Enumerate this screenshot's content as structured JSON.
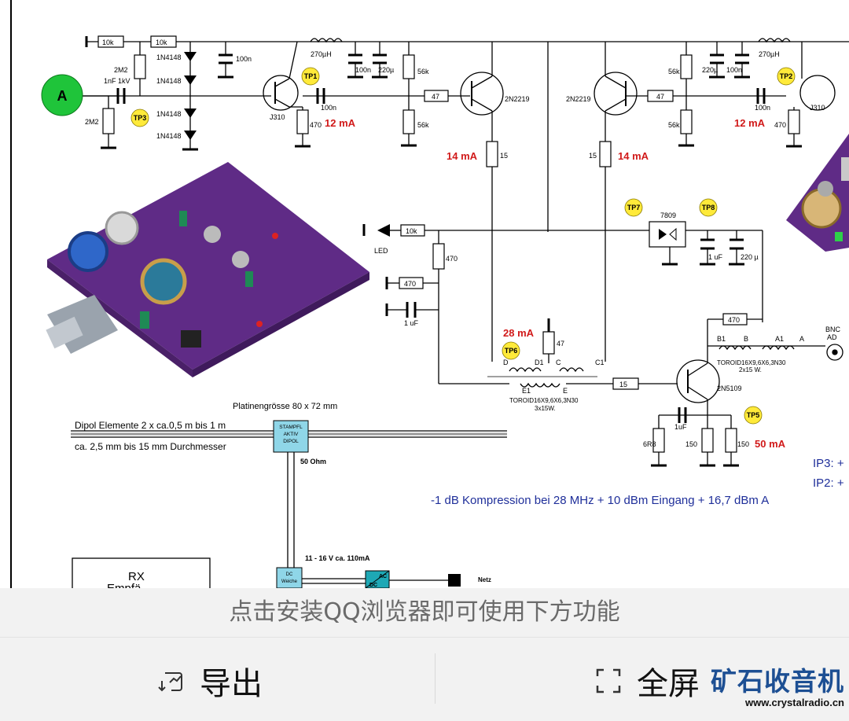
{
  "schematic": {
    "antenna_label": "A",
    "resistors": {
      "r_10k_top_left": "10k",
      "r_10k_top": "10k",
      "r_2m2_top": "2M2",
      "r_2m2_bottom": "2M2",
      "r_470_src_left": "470",
      "r_56k_left_top": "56k",
      "r_56k_left_bottom": "56k",
      "r_47_left": "47",
      "r_15_left": "15",
      "r_15_right": "15",
      "r_47_right": "47",
      "r_56k_right_top": "56k",
      "r_56k_right_bottom": "56k",
      "r_470_src_right": "470",
      "r_10k_led": "10k",
      "r_470_vert": "470",
      "r_470_horiz": "470",
      "r_47_vert": "47",
      "r_15_base": "15",
      "r_470_fb": "470",
      "r_6r8": "6R8",
      "r_150_a": "150",
      "r_150_b": "150"
    },
    "capacitors": {
      "c_1nf": "1nF 1kV",
      "c_100n_a": "100n",
      "c_100n_b": "100n",
      "c_100n_c": "100n",
      "c_220u_a": "220µ",
      "c_220u_b": "220µ",
      "c_100n_d": "100n",
      "c_100n_e": "100n",
      "c_1uf_a": "1 uF",
      "c_1uf_b": "1 uF",
      "c_220u_c": "220 µ",
      "c_1uf_c": "1uF"
    },
    "inductors": {
      "l_left": "270µH",
      "l_right": "270µH"
    },
    "diodes": [
      "1N4148",
      "1N4148",
      "1N4148",
      "1N4148"
    ],
    "transistors": {
      "q_j310_left": "J310",
      "q_2n2219_left": "2N2219",
      "q_2n2219_right": "2N2219",
      "q_j310_right": "J310",
      "q_2n5109": "2N5109",
      "reg_7809": "7809"
    },
    "test_points": [
      "TP1",
      "TP2",
      "TP3",
      "TP5",
      "TP6",
      "TP7",
      "TP8"
    ],
    "currents": {
      "i_12ma_left": "12 mA",
      "i_12ma_right": "12 mA",
      "i_14ma_left": "14 mA",
      "i_14ma_right": "14 mA",
      "i_28ma": "28 mA",
      "i_50ma": "50 mA"
    },
    "led_label": "LED",
    "transformer_pins": {
      "d": "D",
      "d1": "D1",
      "c": "C",
      "c1": "C1",
      "e1": "E1",
      "e": "E"
    },
    "toroid_left": [
      "TOROID16X9,6X6,3N30",
      "3x15W."
    ],
    "toroid_right": [
      "TOROID16X9,6X6,3N30",
      "2x15 W."
    ],
    "output_pins": {
      "b1": "B1",
      "b": "B",
      "a1": "A1",
      "a": "A"
    },
    "bnc_label": [
      "BNC",
      "AD"
    ],
    "board_size": "Platinengrösse 80 x 72 mm",
    "dipole_line1": "Dipol Elemente 2 x ca.0,5 m bis 1 m",
    "dipole_line2": "ca. 2,5 mm bis 15 mm Durchmesser",
    "stampfl_box": [
      "STAMPFL",
      "AKTIV",
      "DIPOL"
    ],
    "ohm_label": "50 Ohm",
    "power_label": "11 - 16 V ca. 110mA",
    "dc_box": [
      "DC",
      "Weiche"
    ],
    "acdc_box": [
      "AC",
      "DC"
    ],
    "netz_label": "Netz",
    "rx_box": [
      "RX",
      "Empfä"
    ],
    "ip3_text": "IP3: +",
    "ip2_text": "IP2: +",
    "compression_text": "-1 dB Kompression bei 28 MHz + 10 dBm Eingang + 16,7 dBm A"
  },
  "browser_bar": {
    "promo_text": "点击安装QQ浏览器即可使用下方功能",
    "export_label": "导出",
    "fullscreen_label": "全屏"
  },
  "watermark": {
    "title": "矿石收音机",
    "url": "www.crystalradio.cn"
  }
}
